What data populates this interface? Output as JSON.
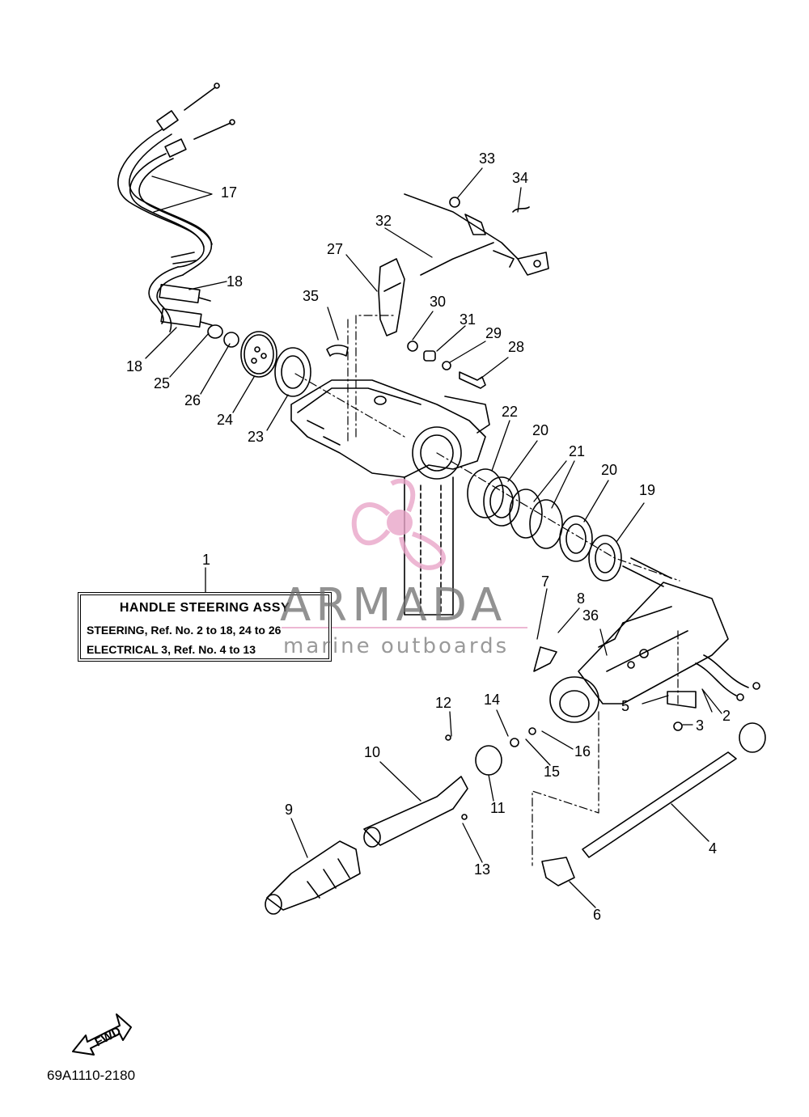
{
  "callouts": [
    "1",
    "2",
    "3",
    "4",
    "5",
    "6",
    "7",
    "8",
    "9",
    "10",
    "11",
    "12",
    "13",
    "14",
    "15",
    "16",
    "17",
    "18",
    "18",
    "19",
    "20",
    "20",
    "21",
    "22",
    "23",
    "24",
    "25",
    "26",
    "27",
    "28",
    "29",
    "30",
    "31",
    "32",
    "33",
    "34",
    "35",
    "36"
  ],
  "info_box": {
    "title": "HANDLE STEERING ASSY",
    "line1": "STEERING, Ref. No. 2 to 18, 24 to 26",
    "line2": "ELECTRICAL 3, Ref. No. 4 to 13"
  },
  "watermark": {
    "brand": "ARMADA",
    "tagline": "marine outboards",
    "logo_color": "#e9a6c9",
    "text_color": "#707070"
  },
  "fwd_label": "FWD",
  "diagram_code": "69A1110-2180"
}
